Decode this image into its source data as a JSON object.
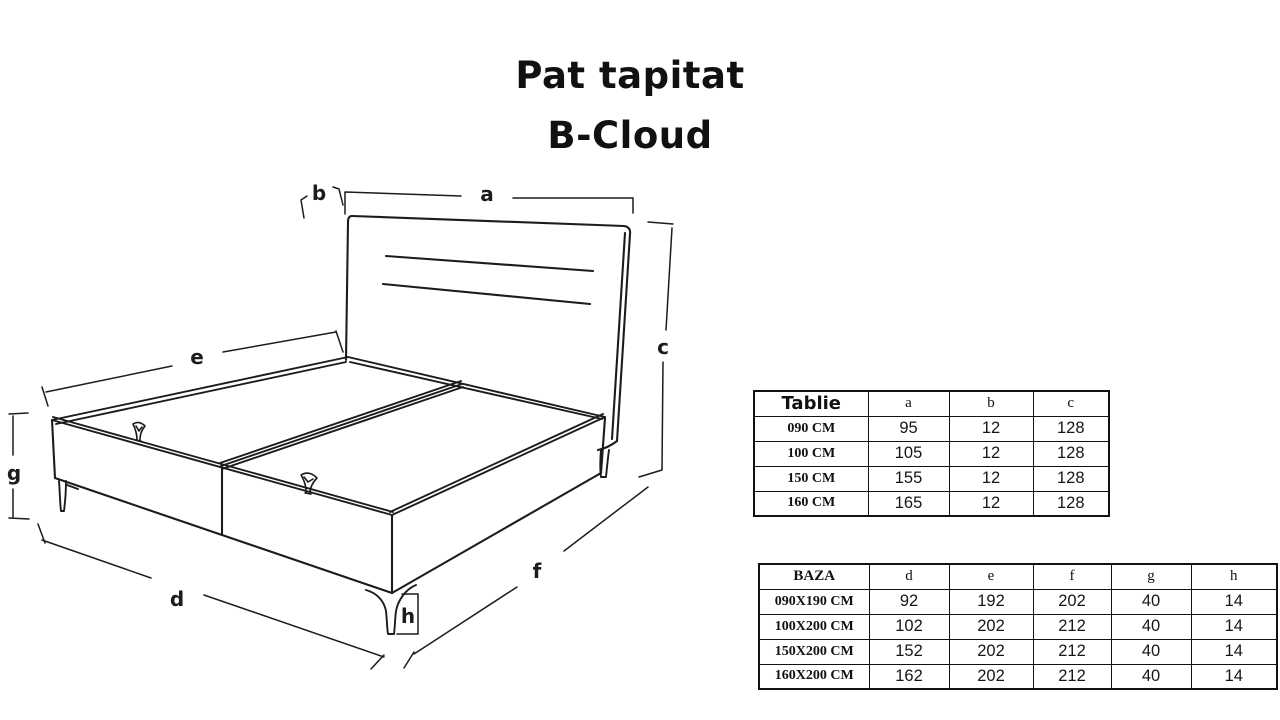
{
  "title": {
    "line1": "Pat tapitat",
    "line2": "B-Cloud"
  },
  "diagram": {
    "description": "perspective line drawing of upholstered bed with headboard, two-piece base, metal legs and dimension callouts",
    "dims": {
      "a": "a",
      "b": "b",
      "c": "c",
      "d": "d",
      "e": "e",
      "f": "f",
      "g": "g",
      "h": "h"
    }
  },
  "tablie": {
    "title": "Tablie",
    "cols": [
      "a",
      "b",
      "c"
    ],
    "rows": [
      {
        "label": "090 CM",
        "values": [
          "95",
          "12",
          "128"
        ]
      },
      {
        "label": "100 CM",
        "values": [
          "105",
          "12",
          "128"
        ]
      },
      {
        "label": "150 CM",
        "values": [
          "155",
          "12",
          "128"
        ]
      },
      {
        "label": "160 CM",
        "values": [
          "165",
          "12",
          "128"
        ]
      }
    ]
  },
  "baza": {
    "title": "BAZA",
    "cols": [
      "d",
      "e",
      "f",
      "g",
      "h"
    ],
    "rows": [
      {
        "label": "090X190 CM",
        "values": [
          "92",
          "192",
          "202",
          "40",
          "14"
        ]
      },
      {
        "label": "100X200 CM",
        "values": [
          "102",
          "202",
          "212",
          "40",
          "14"
        ]
      },
      {
        "label": "150X200 CM",
        "values": [
          "152",
          "202",
          "212",
          "40",
          "14"
        ]
      },
      {
        "label": "160X200 CM",
        "values": [
          "162",
          "202",
          "212",
          "40",
          "14"
        ]
      }
    ]
  },
  "colors": {
    "ink": "#1c1c1c",
    "background": "#ffffff"
  }
}
